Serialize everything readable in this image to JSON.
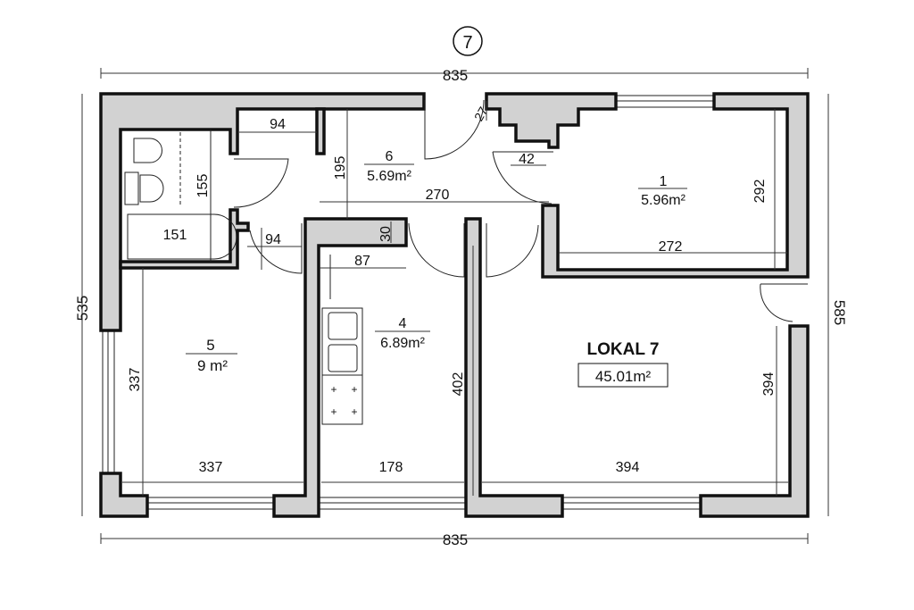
{
  "plan_number": "7",
  "unit": {
    "name": "LOKAL 7",
    "area": "45.01m²"
  },
  "rooms": [
    {
      "number": "1",
      "area": "5.96m²"
    },
    {
      "number": "4",
      "area": "6.89m²"
    },
    {
      "number": "5",
      "area": "9 m²"
    },
    {
      "number": "6",
      "area": "5.69m²"
    }
  ],
  "dimensions": {
    "top_total": "835",
    "bottom_total": "835",
    "left_total": "535",
    "right_total": "585",
    "d94_top": "94",
    "d155": "155",
    "d151": "151",
    "d195": "195",
    "d270": "270",
    "d94_low": "94",
    "d30": "30",
    "d87": "87",
    "d27": "27",
    "d42": "42",
    "d292": "292",
    "d272": "272",
    "d337_v": "337",
    "d337_h": "337",
    "d402": "402",
    "d178": "178",
    "d394_h": "394",
    "d394_v": "394"
  }
}
